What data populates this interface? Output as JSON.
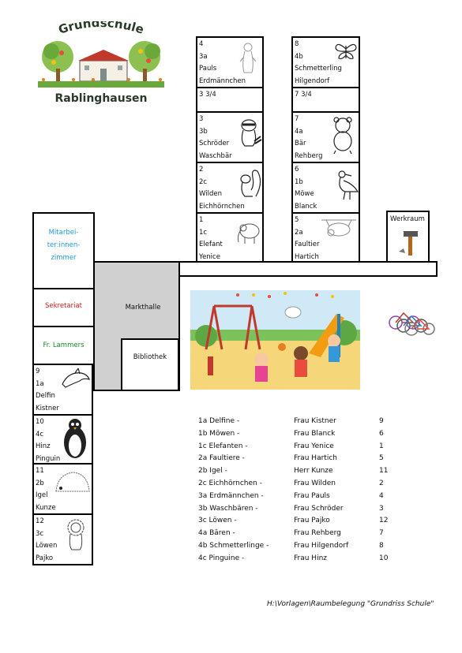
{
  "logo": {
    "line1": "Grundschule",
    "line2": "Rablinghausen"
  },
  "rooms_top": [
    {
      "lines": [
        "4",
        "3a",
        "Pauls",
        "Erdmännchen"
      ]
    },
    {
      "lines": [
        "3 3/4"
      ]
    },
    {
      "lines": [
        "3",
        "3b",
        "Schröder",
        "Waschbär"
      ]
    },
    {
      "lines": [
        "2",
        "2c",
        "Wilden",
        "Eichhörnchen"
      ]
    },
    {
      "lines": [
        "1",
        "1c",
        "Elefant",
        "Yenice"
      ]
    }
  ],
  "rooms_top_right": [
    {
      "lines": [
        "8",
        "4b",
        "Schmetterling",
        "Hilgendorf"
      ]
    },
    {
      "lines": [
        "7 3/4"
      ]
    },
    {
      "lines": [
        "7",
        "4a",
        "Bär",
        "Rehberg"
      ]
    },
    {
      "lines": [
        "6",
        "1b",
        "Möwe",
        "Blanck"
      ]
    },
    {
      "lines": [
        "5",
        "2a",
        "Faultier",
        "Hartich"
      ]
    }
  ],
  "werkraum": "Werkraum",
  "staff_room": {
    "l1": "Mitarbei-",
    "l2": "ter:innen-",
    "l3": "zimmer"
  },
  "sekretariat": "Sekretariat",
  "office": "Fr. Lammers",
  "markthalle": "Markthalle",
  "bibliothek": "Bibliothek",
  "rooms_left": [
    {
      "lines": [
        "9",
        "1a",
        "Delfin",
        "Kistner"
      ]
    },
    {
      "lines": [
        "10",
        "4c",
        "Hinz",
        "Pinguin"
      ]
    },
    {
      "lines": [
        "11",
        "2b",
        "Igel",
        "Kunze"
      ]
    },
    {
      "lines": [
        "12",
        "3c",
        "Löwen",
        "Pajko"
      ]
    }
  ],
  "legend": [
    [
      "1a Delfine -",
      "Frau Kistner",
      "9"
    ],
    [
      "1b Möwen -",
      "Frau Blanck",
      "6"
    ],
    [
      "1c Elefanten -",
      "Frau Yenice",
      "1"
    ],
    [
      "2a Faultiere -",
      "Frau Hartich",
      "5"
    ],
    [
      "2b Igel -",
      "Herr Kunze",
      "11"
    ],
    [
      "2c Eichhörnchen -",
      "Frau Wilden",
      "2"
    ],
    [
      "3a Erdmännchen -",
      "Frau Pauls",
      "4"
    ],
    [
      "3b Waschbären -",
      "Frau Schröder",
      "3"
    ],
    [
      "3c Löwen -",
      "Frau Pajko",
      "12"
    ],
    [
      "4a Bären -",
      "Frau Rehberg",
      "7"
    ],
    [
      "4b Schmetterlinge -",
      "Frau Hilgendorf",
      "8"
    ],
    [
      "4c Pinguine -",
      "Frau Hinz",
      "10"
    ]
  ],
  "footer": "H:\\Vorlagen\\Raumbelegung \"Grundriss Schule\"",
  "colors": {
    "staff": "#1f9bd7",
    "sekretariat": "#d91c1c",
    "office": "#1a8a2a",
    "hall": "#d0d0d0"
  }
}
